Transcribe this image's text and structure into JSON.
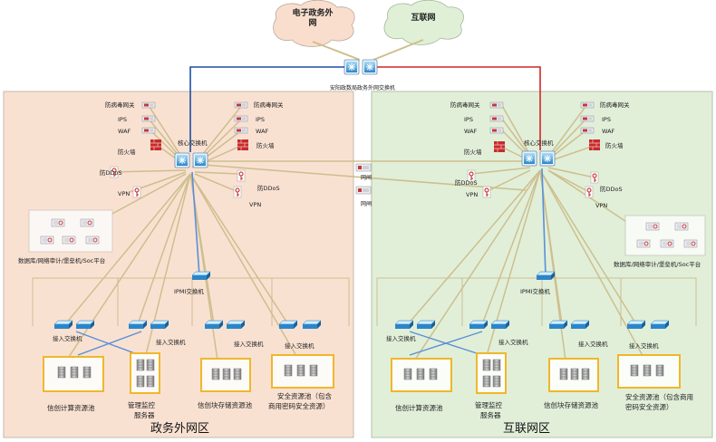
{
  "clouds": {
    "egov_line1": "电子政务外",
    "egov_line2": "网",
    "internet": "互联网"
  },
  "exchange_label": "安阳政数局政务外网交换机",
  "gateway_labels": [
    "网闸",
    "网闸"
  ],
  "left": {
    "title": "政务外网区",
    "core": "核心交换机",
    "top_left": [
      "防病毒网关",
      "IPS",
      "WAF",
      "防火墙"
    ],
    "top_right": [
      "防病毒网关",
      "IPS",
      "WAF",
      "防火墙"
    ],
    "ddos_left": "防DDoS",
    "vpn_left": "VPN",
    "ddos_right": "防DDoS",
    "vpn_right": "VPN",
    "platform": "数据库/网络审计/堡垒机/Soc平台",
    "ipmi": "IPMI交换机",
    "access": [
      "接入交换机",
      "接入交换机",
      "接入交换机",
      "接入交换机"
    ],
    "pools": [
      "信创计算资源池",
      "管理监控",
      "服务器",
      "信创块存储资源池",
      "安全资源池（包含",
      "商用密码安全资源）"
    ]
  },
  "right": {
    "title": "互联网区",
    "core": "核心交换机",
    "top_left": [
      "防病毒网关",
      "IPS",
      "WAF",
      "防火墙"
    ],
    "top_right": [
      "防病毒网关",
      "IPS",
      "WAF",
      "防火墙"
    ],
    "ddos_left": "防DDoS",
    "vpn_left": "VPN",
    "ddos_right": "防DDoS",
    "vpn_right": "VPN",
    "platform": "数据库/网络审计/堡垒机/Soc平台",
    "ipmi": "IPMI交换机",
    "access": [
      "接入交换机",
      "接入交换机",
      "接入交换机",
      "接入交换机"
    ],
    "pools": [
      "信创计算资源池",
      "管理监控",
      "服务器",
      "信创块存储资源池",
      "安全资源池（包含商用",
      "密码安全资源）"
    ]
  },
  "colors": {
    "left_zone": "#f9e1d2",
    "right_zone": "#e1efd9",
    "link": "#cdbf8e",
    "ipmi_link": "#5b8fd6",
    "egov_link": "#1f4fa3",
    "internet_link": "#d12626",
    "pool_border": "#f0b72a"
  }
}
